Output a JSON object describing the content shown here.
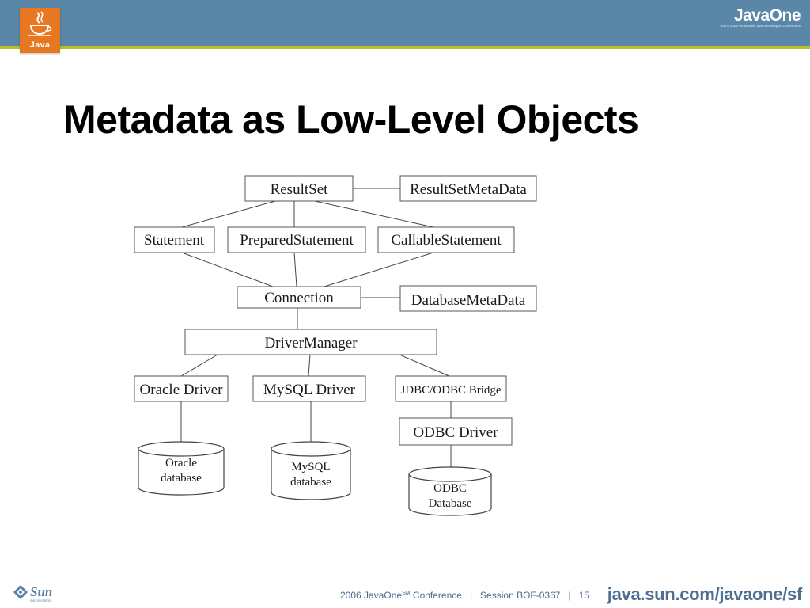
{
  "header": {
    "java_logo_text": "Java",
    "brand_name": "JavaOne",
    "brand_tagline": "Sun's 2006 Worldwide Java Developer Conference"
  },
  "slide": {
    "title": "Metadata as Low-Level Objects"
  },
  "diagram": {
    "nodes": {
      "resultset": "ResultSet",
      "resultsetmetadata": "ResultSetMetaData",
      "statement": "Statement",
      "preparedstatement": "PreparedStatement",
      "callablestatement": "CallableStatement",
      "connection": "Connection",
      "databasemetadata": "DatabaseMetaData",
      "drivermanager": "DriverManager",
      "oracle_driver": "Oracle Driver",
      "mysql_driver": "MySQL Driver",
      "jdbc_odbc_bridge": "JDBC/ODBC Bridge",
      "odbc_driver": "ODBC Driver"
    },
    "databases": {
      "oracle": [
        "Oracle",
        "database"
      ],
      "mysql": [
        "MySQL",
        "database"
      ],
      "odbc": [
        "ODBC",
        "Database"
      ]
    }
  },
  "footer": {
    "sun_logo_text": "Sun",
    "sun_logo_sub": "microsystems",
    "conference_prefix": "2006 JavaOne",
    "conference_sup": "SM",
    "conference_suffix": " Conference   |   Session BOF-0367   |   15",
    "url": "java.sun.com/javaone/sf"
  },
  "colors": {
    "header_bar": "#5a86a8",
    "header_accent_line": "#b8c224",
    "java_logo_bg": "#e87722",
    "footer_text": "#4a6d92"
  }
}
